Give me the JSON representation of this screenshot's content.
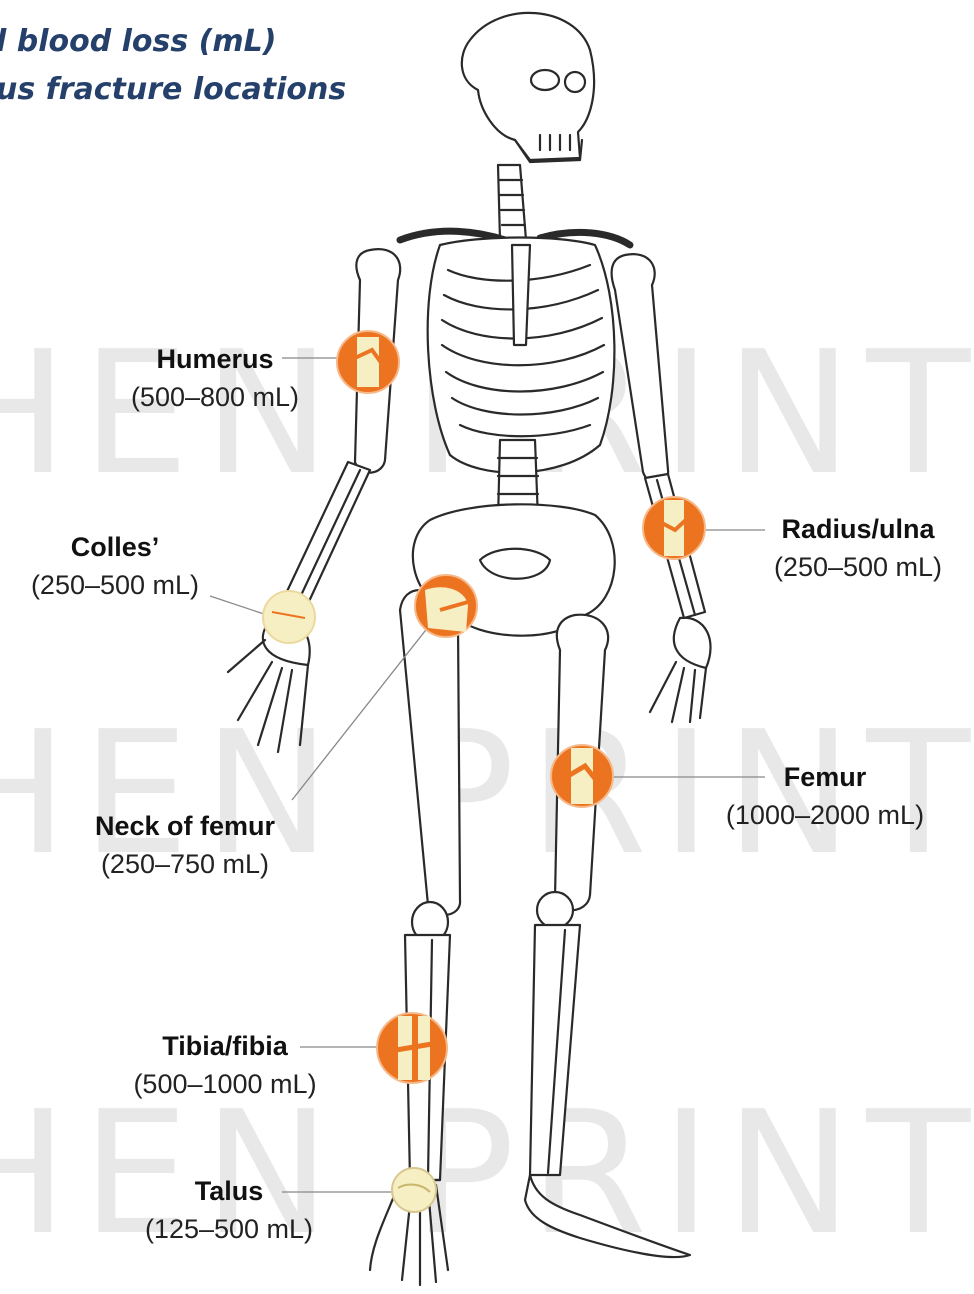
{
  "title": {
    "line1": "l blood loss (mL)",
    "line2": "us fracture locations"
  },
  "watermark": "HEN PRINTEI",
  "fractures": [
    {
      "key": "humerus",
      "name": "Humerus",
      "range": "(500–800 mL)"
    },
    {
      "key": "colles",
      "name": "Colles’",
      "range": "(250–500 mL)"
    },
    {
      "key": "neck",
      "name": "Neck of femur",
      "range": "(250–750 mL)"
    },
    {
      "key": "tibia",
      "name": "Tibia/fibia",
      "range": "(500–1000 mL)"
    },
    {
      "key": "talus",
      "name": "Talus",
      "range": "(125–500 mL)"
    },
    {
      "key": "radius",
      "name": "Radius/ulna",
      "range": "(250–500 mL)"
    },
    {
      "key": "femur",
      "name": "Femur",
      "range": "(1000–2000 mL)"
    }
  ],
  "colors": {
    "fracture": "#ec7420",
    "fracture_ring": "#f6b98a",
    "bone_highlight": "#f7efc4",
    "bone_outline": "#2a2a2a",
    "title": "#24406b",
    "leader": "#888888"
  }
}
